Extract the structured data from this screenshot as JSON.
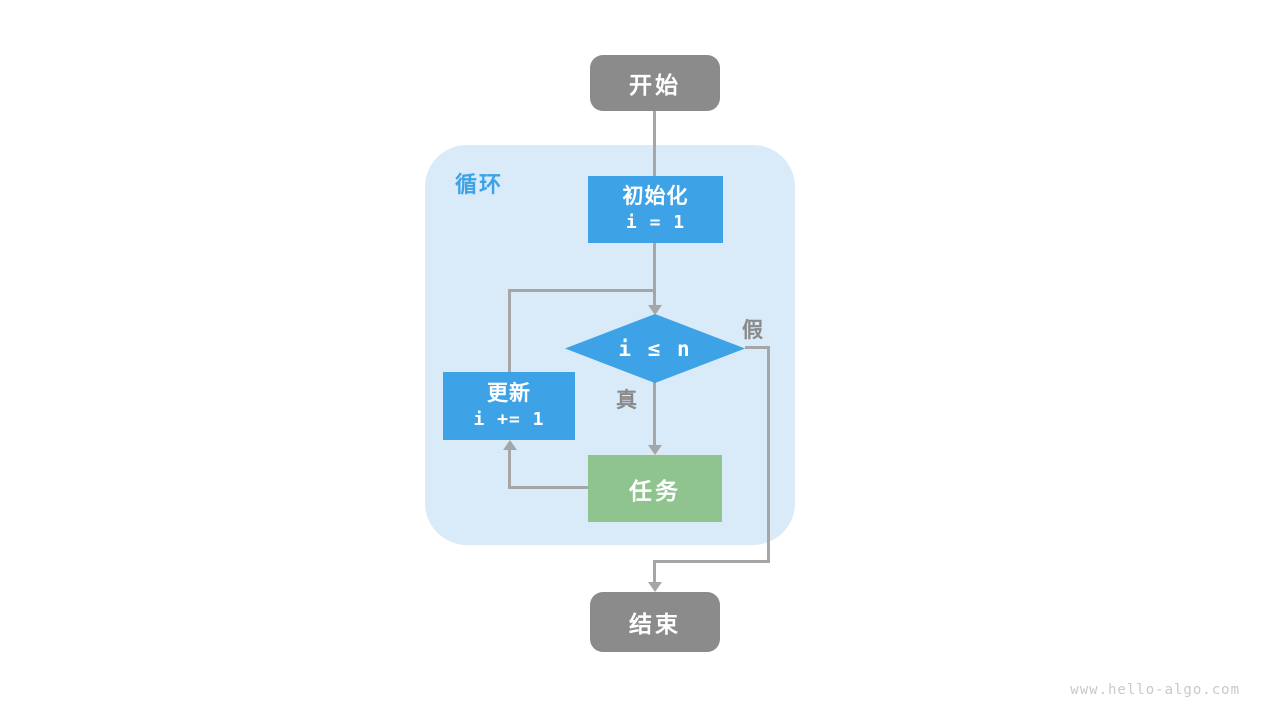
{
  "flowchart": {
    "type": "flowchart",
    "loop_group": {
      "label": "循环"
    },
    "nodes": {
      "start": {
        "label": "开始",
        "shape": "rounded-rect",
        "color": "gray"
      },
      "init": {
        "title": "初始化",
        "code": "i = 1",
        "shape": "rect",
        "color": "blue"
      },
      "condition": {
        "label": "i ≤ n",
        "shape": "diamond",
        "color": "blue"
      },
      "update": {
        "title": "更新",
        "code": "i += 1",
        "shape": "rect",
        "color": "blue"
      },
      "task": {
        "label": "任务",
        "shape": "rect",
        "color": "green"
      },
      "end": {
        "label": "结束",
        "shape": "rounded-rect",
        "color": "gray"
      }
    },
    "edge_labels": {
      "true": "真",
      "false": "假"
    },
    "edges": [
      {
        "from": "start",
        "to": "init"
      },
      {
        "from": "init",
        "to": "condition"
      },
      {
        "from": "condition",
        "to": "task",
        "label": "真"
      },
      {
        "from": "condition",
        "to": "end",
        "label": "假"
      },
      {
        "from": "task",
        "to": "update"
      },
      {
        "from": "update",
        "to": "condition"
      }
    ]
  },
  "watermark": "www.hello-algo.com",
  "colors": {
    "node_blue": "#3da2e6",
    "node_green": "#8fc48f",
    "node_gray": "#8b8b8b",
    "loop_bg": "#d9eaf8",
    "line_gray": "#a6a6a6",
    "label_gray": "#8a8a8a",
    "loop_label_blue": "#3da2e6",
    "watermark_gray": "#c9c9c9"
  }
}
